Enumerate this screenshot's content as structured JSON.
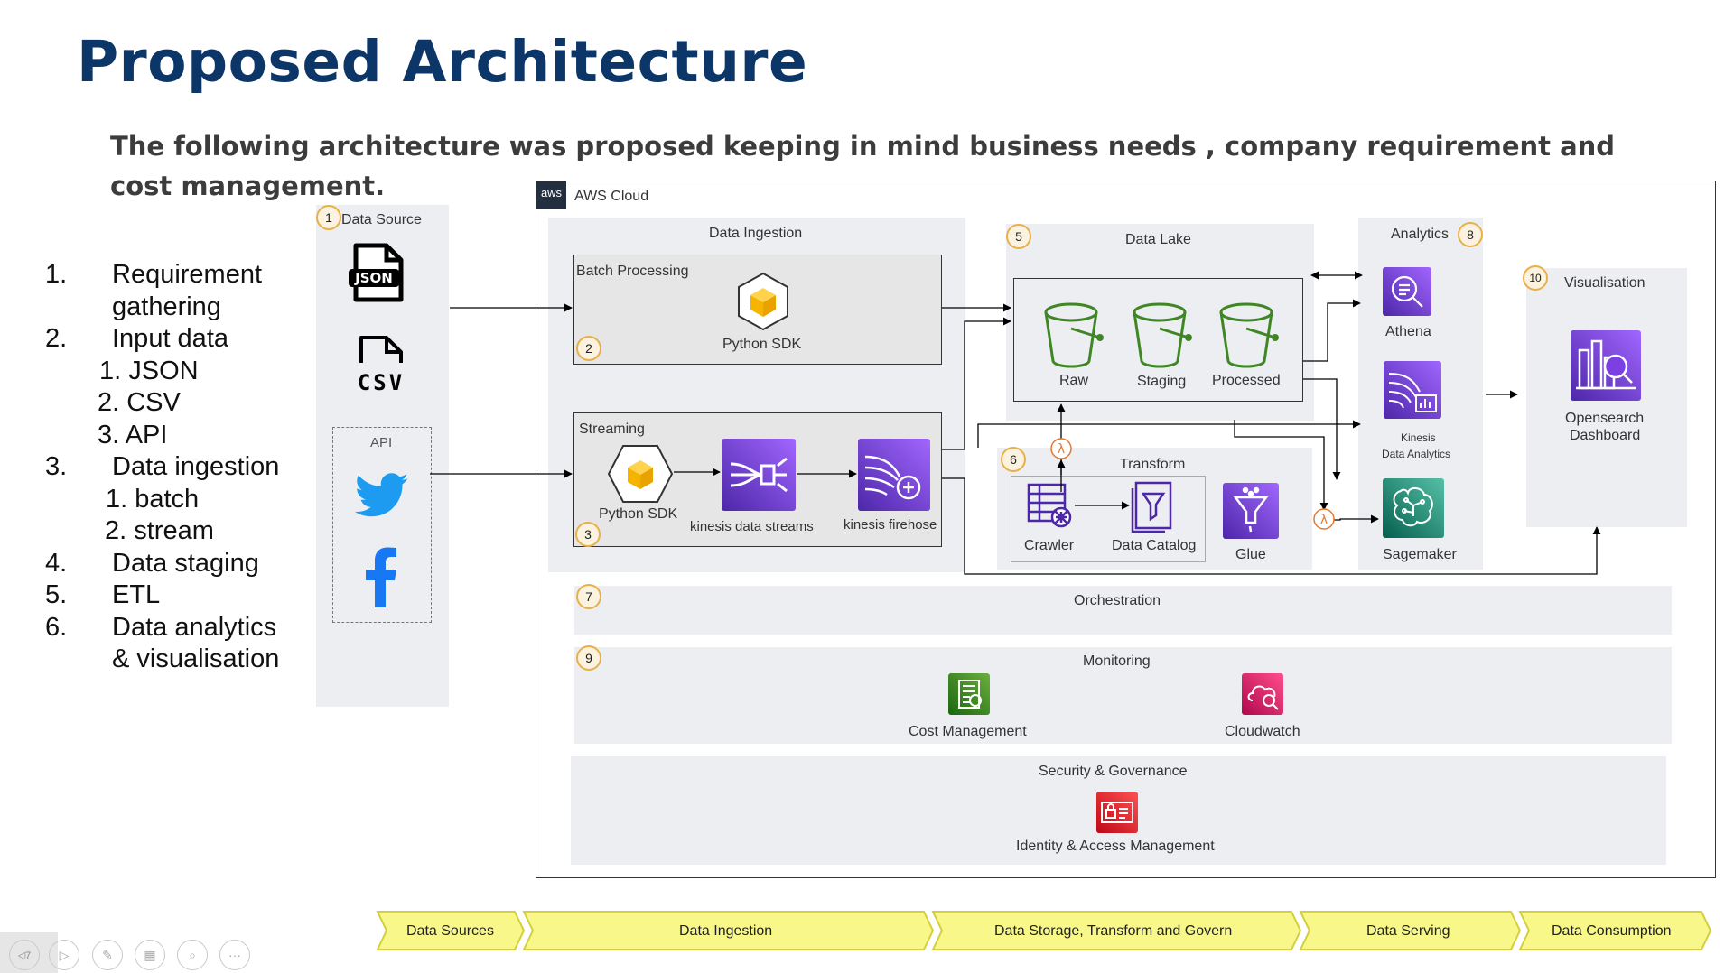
{
  "title": "Proposed Architecture",
  "subtitle": "The following architecture was proposed keeping in mind business needs , company requirement and cost management.",
  "steps": [
    {
      "num": "1.",
      "text": "Requirement"
    },
    {
      "num": "",
      "text": "gathering"
    },
    {
      "num": "2.",
      "text": "Input data"
    },
    {
      "sub": "1. JSON"
    },
    {
      "sub": "2. CSV"
    },
    {
      "sub": "3. API"
    },
    {
      "num": "3.",
      "text": "Data ingestion"
    },
    {
      "sub": "1. batch"
    },
    {
      "sub": "2. stream"
    },
    {
      "num": "4.",
      "text": "Data staging"
    },
    {
      "num": "5.",
      "text": "ETL"
    },
    {
      "num": "6.",
      "text": "Data analytics"
    },
    {
      "num": "",
      "text": "& visualisation"
    }
  ],
  "diagram": {
    "data_source": {
      "badge": "1",
      "title": "Data Source",
      "json_icon_text": "JSON",
      "csv_icon_text": "CSV",
      "api_label": "API"
    },
    "aws_cloud": {
      "logo": "aws",
      "label": "AWS Cloud"
    },
    "data_ingestion": {
      "title": "Data Ingestion",
      "batch": {
        "title": "Batch Processing",
        "badge": "2",
        "python_sdk": "Python SDK"
      },
      "streaming": {
        "title": "Streaming",
        "badge": "3",
        "python_sdk": "Python SDK",
        "kinesis_streams": "kinesis data streams",
        "kinesis_firehose": "kinesis firehose"
      }
    },
    "data_lake": {
      "badge": "5",
      "title": "Data Lake",
      "buckets": [
        "Raw",
        "Staging",
        "Processed"
      ]
    },
    "transform": {
      "badge": "6",
      "title": "Transform",
      "crawler": "Crawler",
      "catalog": "Data Catalog",
      "glue": "Glue"
    },
    "analytics": {
      "badge": "8",
      "title": "Analytics",
      "athena": "Athena",
      "kinesis_analytics_1": "Kinesis",
      "kinesis_analytics_2": "Data Analytics",
      "sagemaker": "Sagemaker"
    },
    "visualisation": {
      "badge": "10",
      "title": "Visualisation",
      "dashboard_1": "Opensearch",
      "dashboard_2": "Dashboard"
    },
    "orchestration": {
      "badge": "7",
      "title": "Orchestration"
    },
    "monitoring": {
      "badge": "9",
      "title": "Monitoring",
      "cost": "Cost Management",
      "cloudwatch": "Cloudwatch"
    },
    "security": {
      "title": "Security & Governance",
      "iam": "Identity & Access Management"
    }
  },
  "pipeline": [
    "Data Sources",
    "Data Ingestion",
    "Data Storage, Transform and Govern",
    "Data Serving",
    "Data Consumption"
  ],
  "toolbar": {
    "slide_number": "7"
  },
  "colors": {
    "title": "#0d3668",
    "analytics_purple": "#7b3fe4",
    "lake_green": "#3f8624",
    "glue_purple": "#8c4fff",
    "security_red": "#dd344c",
    "cost_green": "#3f8624",
    "cloudwatch_pink": "#e7157b",
    "chevron_fill": "#f7f78a",
    "chevron_stroke": "#d4cf3b",
    "badge_ring": "#e8b04a",
    "lambda_orange": "#e8772e"
  }
}
